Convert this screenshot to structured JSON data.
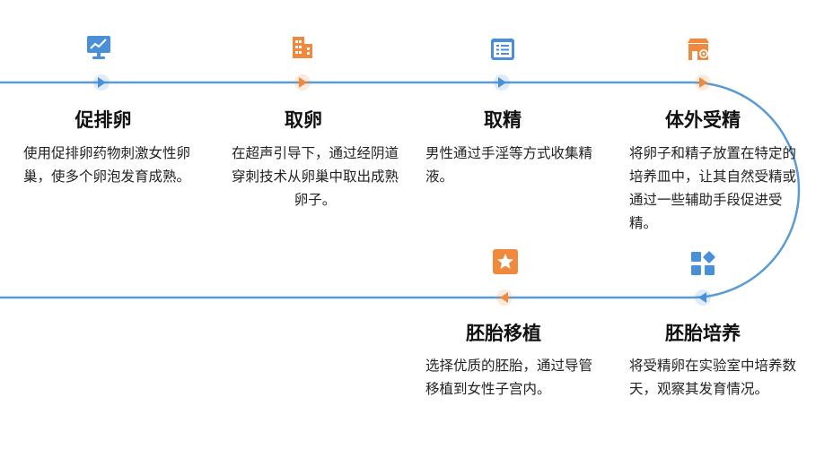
{
  "colors": {
    "track": "#5b9bd5",
    "blue_accent": "#4a90d9",
    "orange_accent": "#f0883e",
    "title": "#111111",
    "text": "#222222"
  },
  "steps": [
    {
      "id": "stimulation",
      "title": "促排卵",
      "desc": "使用促排卵药物刺激女性卵巢，使多个卵泡发育成熟。",
      "icon": "monitor-chart-icon",
      "dot": "blue"
    },
    {
      "id": "retrieval",
      "title": "取卵",
      "desc": "在超声引导下，通过经阴道穿刺技术从卵巢中取出成熟卵子。",
      "icon": "building-icon",
      "dot": "orange"
    },
    {
      "id": "sperm",
      "title": "取精",
      "desc": "男性通过手淫等方式收集精液。",
      "icon": "list-card-icon",
      "dot": "blue"
    },
    {
      "id": "fertilization",
      "title": "体外受精",
      "desc": "将卵子和精子放置在特定的培养皿中，让其自然受精或通过一些辅助手段促进受精。",
      "icon": "shop-gear-icon",
      "dot": "orange"
    },
    {
      "id": "culture",
      "title": "胚胎培养",
      "desc": "将受精卵在实验室中培养数天，观察其发育情况。",
      "icon": "apps-grid-icon",
      "dot": "blue"
    },
    {
      "id": "transfer",
      "title": "胚胎移植",
      "desc": "选择优质的胚胎，通过导管移植到女性子宫内。",
      "icon": "star-badge-icon",
      "dot": "orange"
    }
  ]
}
